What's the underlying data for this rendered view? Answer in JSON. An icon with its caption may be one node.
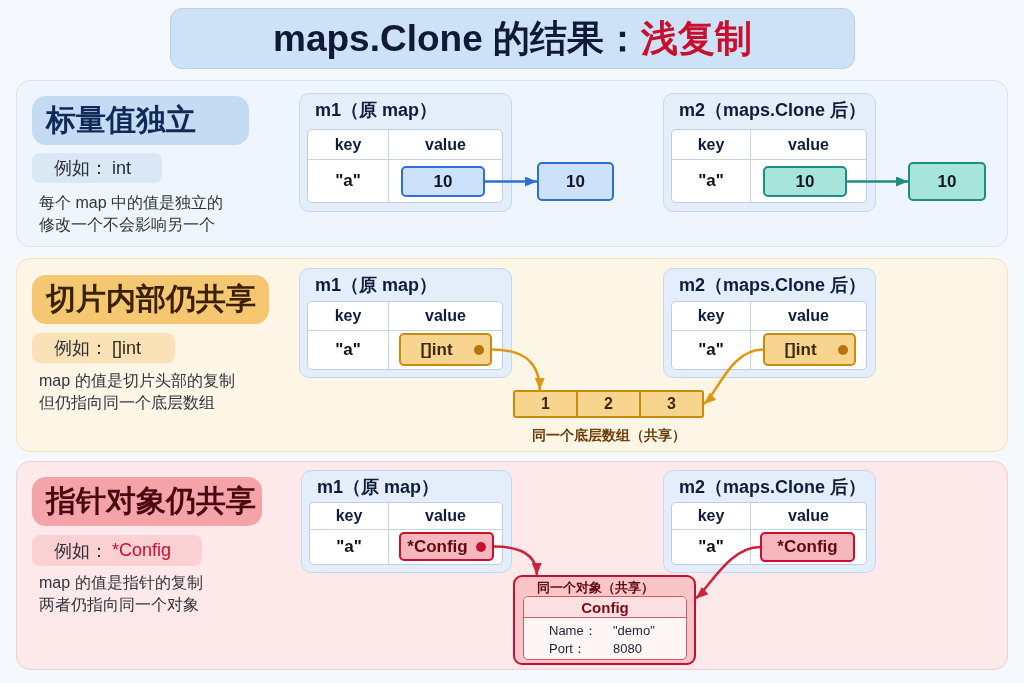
{
  "diagram": {
    "title": "maps.Clone 的结果：**浅复制**",
    "nodes": [
      {
        "text": [
          "每个 map 中的值是独立的修改一个不会影响另一个"
        ]
      },
      {
        "text": [
          "标量值独立"
        ],
        "in": 0
      },
      {
        "text": [
          "例如：",
          "int"
        ],
        "in": 0
      },
      {
        "text": [
          "m1（原 map）",
          "key",
          "value",
          "\"a\""
        ],
        "in": 0
      },
      {
        "text": [
          "10"
        ],
        "in": 3
      },
      {
        "text": [
          "10"
        ],
        "in": 0
      },
      {
        "text": [
          "m2（maps.Clone 后）",
          "key",
          "value",
          "\"a\""
        ],
        "in": 0
      },
      {
        "text": [
          "10"
        ],
        "in": 6
      },
      {
        "text": [
          "10"
        ],
        "in": 0
      },
      {
        "text": [
          "map 的值是切片头部的复制但仍指向同一个底层数组"
        ]
      },
      {
        "text": [
          "切片内部仍共享"
        ],
        "in": 9
      },
      {
        "text": [
          "例如：",
          "[]int"
        ],
        "in": 9
      },
      {
        "text": [
          "m1（原 map）",
          "key",
          "value",
          "\"a\""
        ],
        "in": 9
      },
      {
        "text": [
          "[]int"
        ],
        "in": 12
      },
      {
        "text": [
          "m2（maps.Clone 后）",
          "key",
          "value",
          "\"a\""
        ],
        "in": 9
      },
      {
        "text": [
          "[]int"
        ],
        "in": 14
      },
      {
        "text": [
          "1",
          "2",
          "3"
        ],
        "beside": [
          "同一个底层数组（共享）"
        ],
        "in": 9
      },
      {
        "text": [
          "map 的值是指针的复制两者仍指向同一个对象"
        ]
      },
      {
        "text": [
          "指针对象仍共享"
        ],
        "in": 17
      },
      {
        "text": [
          "例如：",
          "*Config"
        ],
        "in": 17
      },
      {
        "text": [
          "m1（原 map）",
          "key",
          "value",
          "\"a\""
        ],
        "in": 17
      },
      {
        "text": [
          "*Config"
        ],
        "in": 20
      },
      {
        "text": [
          "m2（maps.Clone 后）",
          "key",
          "value",
          "\"a\""
        ],
        "in": 17
      },
      {
        "text": [
          "*Config"
        ],
        "in": 22
      },
      {
        "text": [
          "同一个对象（共享）"
        ],
        "in": 17
      },
      {
        "text": [
          "Config",
          "Name：",
          "\"demo\"",
          "Port：",
          "8080"
        ],
        "in": 24
      }
    ],
    "edges": [
      {
        "from": 4,
        "to": 5,
        "arrow": "to",
        "color": "#2f6fd0"
      },
      {
        "from": 7,
        "to": 8,
        "arrow": "to",
        "color": "#1e8c80"
      },
      {
        "from": 13,
        "to": 16,
        "arrow": "to",
        "color": "#e0960f"
      },
      {
        "from": 15,
        "to": 16,
        "arrow": "to",
        "color": "#e0960f"
      },
      {
        "from": 21,
        "to": 24,
        "arrow": "to",
        "color": "#d0203a"
      },
      {
        "from": 23,
        "to": 24,
        "arrow": "to",
        "color": "#d0203a"
      }
    ]
  }
}
